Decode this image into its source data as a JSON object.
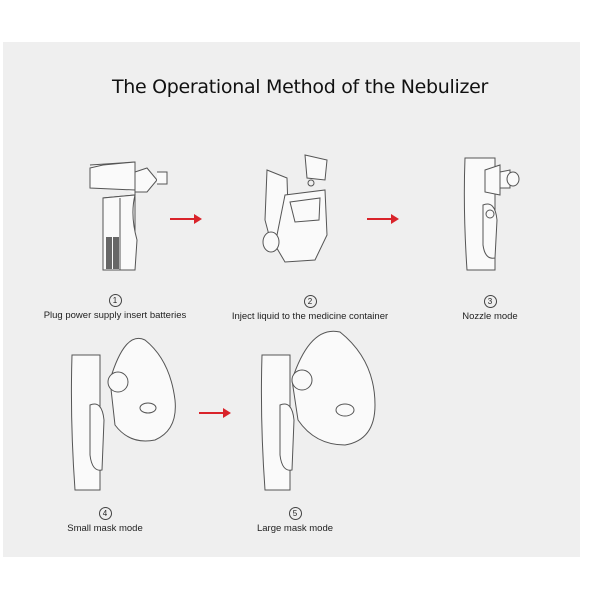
{
  "title": "The Operational Method of the Nebulizer",
  "accent_color": "#d9232a",
  "steps": [
    {
      "number": "1",
      "label": "Plug power supply insert batteries"
    },
    {
      "number": "2",
      "label": "Inject liquid to the medicine container"
    },
    {
      "number": "3",
      "label": "Nozzle mode"
    },
    {
      "number": "4",
      "label": "Small mask mode"
    },
    {
      "number": "5",
      "label": "Large mask mode"
    }
  ]
}
